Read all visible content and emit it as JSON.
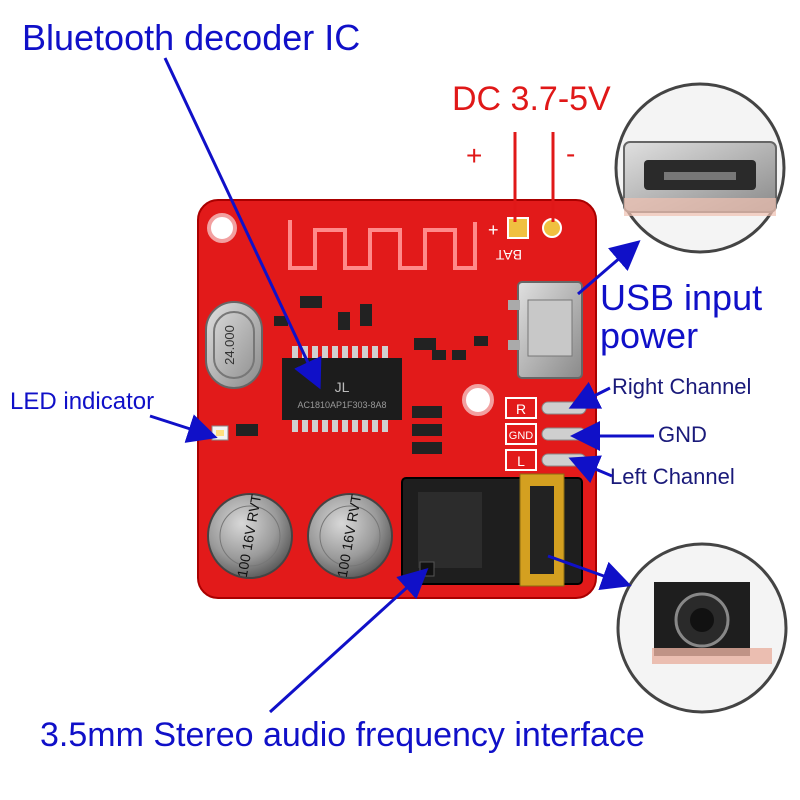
{
  "labels": {
    "bluetooth_ic": "Bluetooth decoder IC",
    "dc_power": "DC 3.7-5V",
    "plus": "+",
    "minus": "-",
    "usb_power_line1": "USB input",
    "usb_power_line2": "power",
    "led_indicator": "LED indicator",
    "right_channel": "Right Channel",
    "gnd": "GND",
    "left_channel": "Left Channel",
    "audio_interface": "3.5mm Stereo audio frequency interface"
  },
  "silkscreen": {
    "crystal": "24.000",
    "bat": "BAT",
    "bat_plus": "+",
    "pin_r": "R",
    "pin_gnd": "GND",
    "pin_l": "L",
    "cap1": "100 16V RVT",
    "cap2": "100 16V RVT",
    "ic_marking": "AC1810AP1F303-8A8",
    "ic_logo": "JL"
  },
  "colors": {
    "pcb": "#e21a1a",
    "annotation_blue": "#1010c8",
    "annotation_red": "#e01818"
  }
}
